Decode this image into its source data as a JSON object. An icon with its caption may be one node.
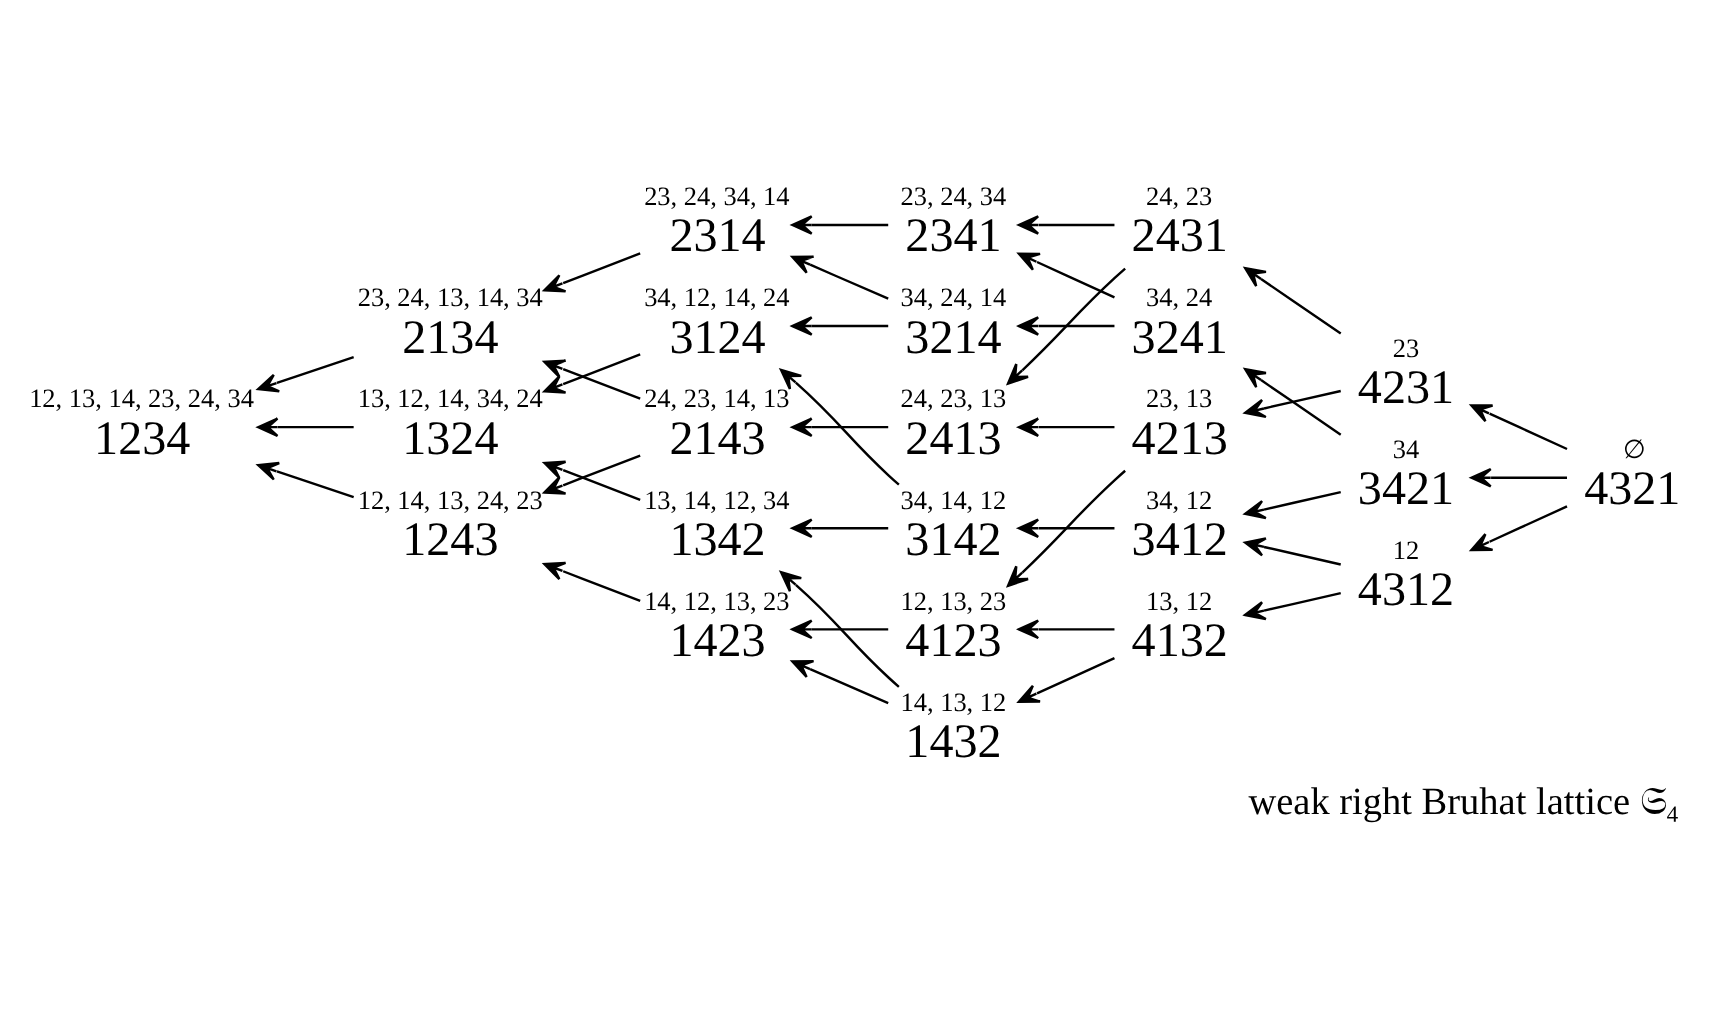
{
  "diagram": {
    "caption": "weak right Bruhat lattice 𝔖₄",
    "nodes": [
      {
        "text": [
          "12, 13, 14, 23, 24, 34",
          "1234"
        ]
      },
      {
        "text": [
          "23, 24, 13, 14, 34",
          "2134"
        ]
      },
      {
        "text": [
          "13, 12, 14, 34, 24",
          "1324"
        ]
      },
      {
        "text": [
          "12, 14, 13, 24, 23",
          "1243"
        ]
      },
      {
        "text": [
          "23, 24, 34, 14",
          "2314"
        ]
      },
      {
        "text": [
          "34, 12, 14, 24",
          "3124"
        ]
      },
      {
        "text": [
          "24, 23, 14, 13",
          "2143"
        ]
      },
      {
        "text": [
          "13, 14, 12, 34",
          "1342"
        ]
      },
      {
        "text": [
          "14, 12, 13, 23",
          "1423"
        ]
      },
      {
        "text": [
          "34, 24, 14",
          "3214"
        ]
      },
      {
        "text": [
          "23, 24, 34",
          "2341"
        ]
      },
      {
        "text": [
          "34, 14, 12",
          "3142"
        ]
      },
      {
        "text": [
          "24, 23, 13",
          "2413"
        ]
      },
      {
        "text": [
          "12, 13, 23",
          "4123"
        ]
      },
      {
        "text": [
          "14, 13, 12",
          "1432"
        ]
      },
      {
        "text": [
          "34, 24",
          "3241"
        ]
      },
      {
        "text": [
          "24, 23",
          "2431"
        ]
      },
      {
        "text": [
          "34, 12",
          "3412"
        ]
      },
      {
        "text": [
          "23, 13",
          "4213"
        ]
      },
      {
        "text": [
          "13, 12",
          "4132"
        ]
      },
      {
        "text": [
          "34",
          "3421"
        ]
      },
      {
        "text": [
          "23",
          "4231"
        ]
      },
      {
        "text": [
          "12",
          "4312"
        ]
      },
      {
        "text": [
          "∅",
          "4321"
        ]
      }
    ],
    "edges": [
      {
        "from": 23,
        "to": 20,
        "arrow": "to"
      },
      {
        "from": 23,
        "to": 21,
        "arrow": "to"
      },
      {
        "from": 23,
        "to": 22,
        "arrow": "to"
      },
      {
        "from": 20,
        "to": 15,
        "arrow": "to"
      },
      {
        "from": 20,
        "to": 17,
        "arrow": "to"
      },
      {
        "from": 21,
        "to": 16,
        "arrow": "to"
      },
      {
        "from": 21,
        "to": 18,
        "arrow": "to"
      },
      {
        "from": 22,
        "to": 17,
        "arrow": "to"
      },
      {
        "from": 22,
        "to": 19,
        "arrow": "to"
      },
      {
        "from": 15,
        "to": 9,
        "arrow": "to"
      },
      {
        "from": 15,
        "to": 10,
        "arrow": "to"
      },
      {
        "from": 16,
        "to": 10,
        "arrow": "to"
      },
      {
        "from": 16,
        "to": 12,
        "arrow": "to"
      },
      {
        "from": 17,
        "to": 11,
        "arrow": "to"
      },
      {
        "from": 18,
        "to": 12,
        "arrow": "to"
      },
      {
        "from": 18,
        "to": 13,
        "arrow": "to"
      },
      {
        "from": 19,
        "to": 13,
        "arrow": "to"
      },
      {
        "from": 19,
        "to": 14,
        "arrow": "to"
      },
      {
        "from": 9,
        "to": 4,
        "arrow": "to"
      },
      {
        "from": 9,
        "to": 5,
        "arrow": "to"
      },
      {
        "from": 10,
        "to": 4,
        "arrow": "to"
      },
      {
        "from": 11,
        "to": 5,
        "arrow": "to"
      },
      {
        "from": 11,
        "to": 7,
        "arrow": "to"
      },
      {
        "from": 12,
        "to": 6,
        "arrow": "to"
      },
      {
        "from": 13,
        "to": 8,
        "arrow": "to"
      },
      {
        "from": 14,
        "to": 7,
        "arrow": "to"
      },
      {
        "from": 14,
        "to": 8,
        "arrow": "to"
      },
      {
        "from": 4,
        "to": 1,
        "arrow": "to"
      },
      {
        "from": 5,
        "to": 2,
        "arrow": "to"
      },
      {
        "from": 6,
        "to": 1,
        "arrow": "to"
      },
      {
        "from": 6,
        "to": 3,
        "arrow": "to"
      },
      {
        "from": 7,
        "to": 2,
        "arrow": "to"
      },
      {
        "from": 8,
        "to": 3,
        "arrow": "to"
      },
      {
        "from": 1,
        "to": 0,
        "arrow": "to"
      },
      {
        "from": 2,
        "to": 0,
        "arrow": "to"
      },
      {
        "from": 3,
        "to": 0,
        "arrow": "to"
      }
    ]
  }
}
